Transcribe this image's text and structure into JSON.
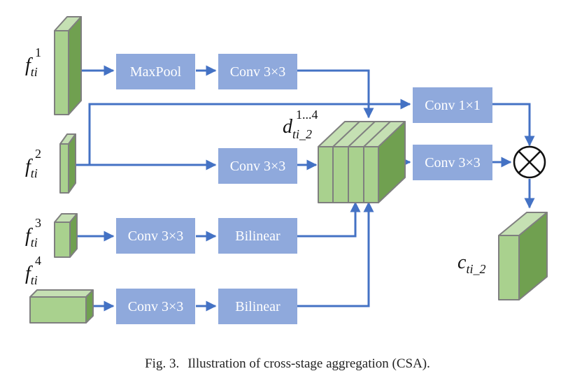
{
  "blocks": {
    "maxpool": "MaxPool",
    "conv_top": "Conv 3×3",
    "conv_1x1": "Conv 1×1",
    "conv_f2": "Conv 3×3",
    "conv_right": "Conv 3×3",
    "conv_f3": "Conv 3×3",
    "bilinear_f3": "Bilinear",
    "conv_f4": "Conv 3×3",
    "bilinear_f4": "Bilinear"
  },
  "features": {
    "f1": {
      "base": "f",
      "sub": "ti",
      "sup": "1"
    },
    "f2": {
      "base": "f",
      "sub": "ti",
      "sup": "2"
    },
    "f3": {
      "base": "f",
      "sub": "ti",
      "sup": "3"
    },
    "f4": {
      "base": "f",
      "sub": "ti",
      "sup": "4"
    },
    "d": {
      "base": "d",
      "sub": "ti_2",
      "sup": "1...4"
    },
    "c": {
      "base": "c",
      "sub": "ti_2"
    }
  },
  "caption": {
    "number": "Fig. 3.",
    "text": "Illustration of cross-stage aggregation (CSA)."
  },
  "colors": {
    "block": "#8fa9dc",
    "arrow": "#4472c4",
    "feature_front": "#a9d18e",
    "feature_side": "#70a050",
    "feature_top": "#c5e0b3",
    "stroke": "#7f7f7f"
  }
}
